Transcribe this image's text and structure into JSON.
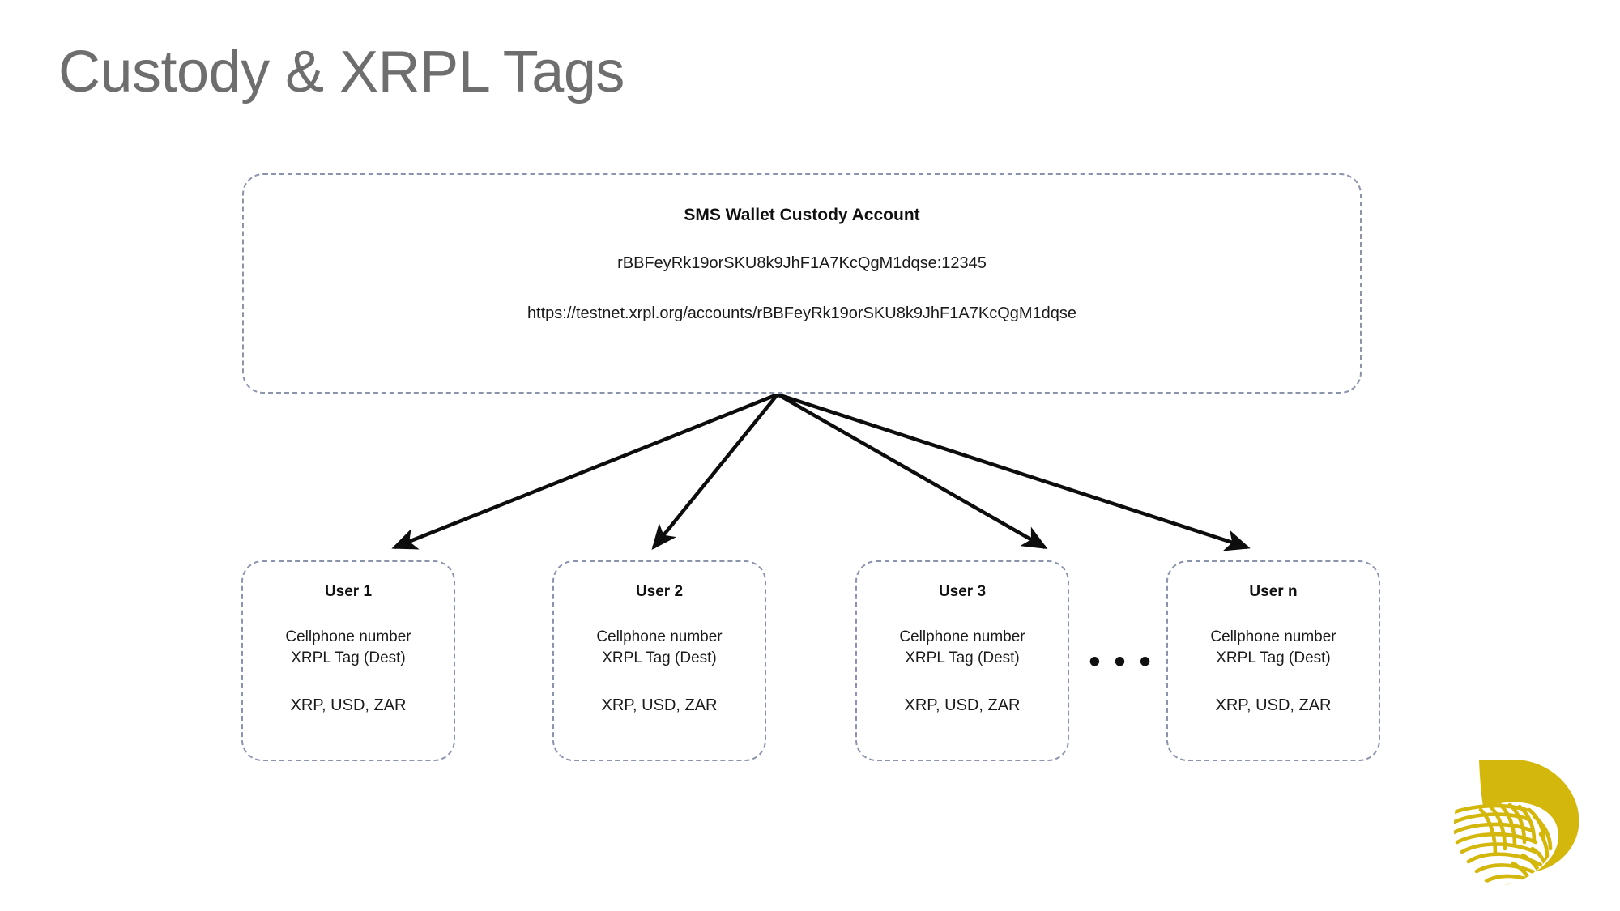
{
  "slide": {
    "title": "Custody & XRPL Tags"
  },
  "custody": {
    "heading": "SMS Wallet Custody Account",
    "address": "rBBFeyRk19orSKU8k9JhF1A7KcQgM1dqse:12345",
    "explorer_url": "https://testnet.xrpl.org/accounts/rBBFeyRk19orSKU8k9JhF1A7KcQgM1dqse"
  },
  "users": [
    {
      "title": "User 1",
      "line1": "Cellphone number",
      "line2": "XRPL Tag (Dest)",
      "assets": "XRP, USD, ZAR"
    },
    {
      "title": "User 2",
      "line1": "Cellphone number",
      "line2": "XRPL Tag (Dest)",
      "assets": "XRP, USD, ZAR"
    },
    {
      "title": "User 3",
      "line1": "Cellphone number",
      "line2": "XRPL Tag (Dest)",
      "assets": "XRP, USD, ZAR"
    },
    {
      "title": "User n",
      "line1": "Cellphone number",
      "line2": "XRPL Tag (Dest)",
      "assets": "XRP, USD, ZAR"
    }
  ],
  "ellipsis": "• • •",
  "colors": {
    "title_grey": "#6e6e6e",
    "dashed_border": "#8c93ad",
    "arrow_black": "#0d0d0d",
    "logo_gold": "#d4b70d",
    "body_text": "#1a1a1a"
  },
  "logo": {
    "name": "gold-fingerprint-teardrop-logo"
  }
}
